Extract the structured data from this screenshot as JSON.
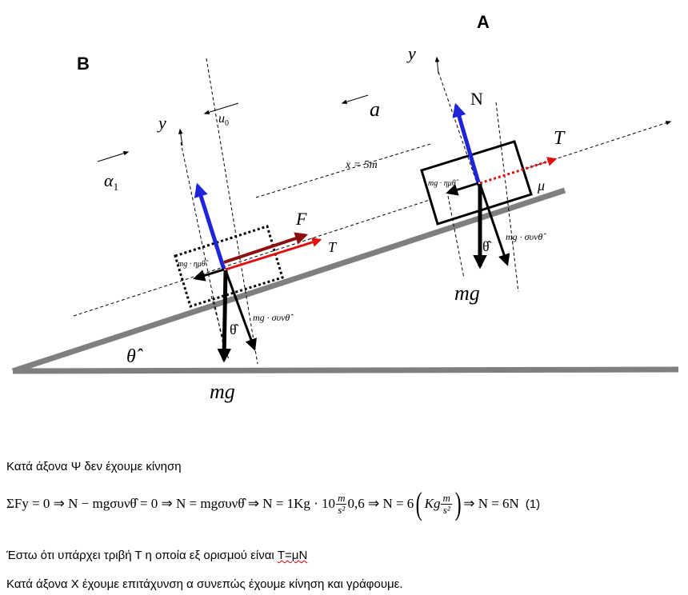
{
  "diagram": {
    "label_A": "A",
    "label_B": "B",
    "label_y_A": "y",
    "label_y_B": "y",
    "label_N": "N",
    "label_T_A": "T",
    "label_T_B": "T",
    "label_F": "F",
    "label_mu": "μ",
    "label_a": "a",
    "label_alpha1": "α",
    "label_alpha1_sub": "1",
    "label_u0": "u",
    "label_u0_sub": "0",
    "label_x": "x = 5m",
    "label_mg_A": "mg",
    "label_mg_B": "mg",
    "label_theta_A": "θ̂",
    "label_theta_B": "θ̂",
    "label_theta_base": "θ̂",
    "label_mgsin_A": "mg · ημθ̂",
    "label_mgsin_B": "mg · ημθ̂",
    "label_mgcos_A": "mg · συνθ̂",
    "label_mgcos_B": "mg · συνθ̂"
  },
  "text": {
    "line1": "Κατά άξονα Ψ δεν έχουμε κίνηση",
    "eq_sum": "ΣFy = 0 ⇒ N − mgσυνθ̂ = 0 ⇒ N = mgσυνθ̂ ⇒ N = 1Kg · 10",
    "eq_frac1_num": "m",
    "eq_frac1_den": "s²",
    "eq_mid": "0,6 ⇒ N = 6",
    "eq_kg": "Kg",
    "eq_frac2_num": "m",
    "eq_frac2_den": "s²",
    "eq_end": "⇒ N = 6N",
    "eq_number": "(1)",
    "line3_pre": "Έστω ότι υπάρχει τριβή Τ η οποία εξ ορισμού είναι ",
    "line3_formula": "T=μN",
    "line4": "Κατά άξονα Χ έχουμε επιτάχυνση α συνεπώς έχουμε κίνηση και γράφουμε."
  },
  "colors": {
    "normal_force": "#1f24d8",
    "tension": "#e01010",
    "applied_force": "#8b0f0f",
    "incline": "#7f7f7f",
    "weight": "#000000"
  }
}
